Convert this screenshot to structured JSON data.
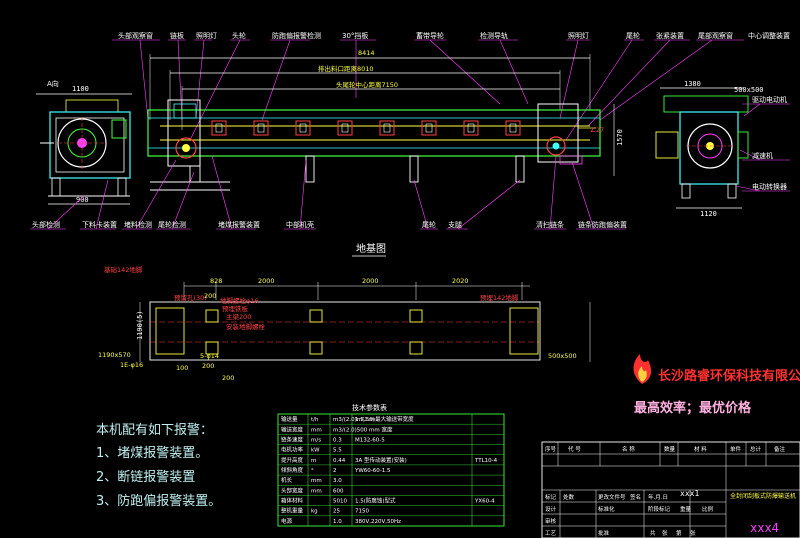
{
  "colors": {
    "background": "#000000",
    "structure": "#ffffff",
    "leaders": "#ff40ff",
    "frame": "#40ffff",
    "chain": "#ffff40",
    "conveyor_body": "#40ff40",
    "brand_red": "#ff3030",
    "slogan_pink": "#ffb0e0",
    "alarm_text": "#bfeff0",
    "table_green": "#40ff40"
  },
  "main_view": {
    "callouts_top": [
      "头部观察窗",
      "链板",
      "照明灯",
      "头轮",
      "防跑偏报警检测",
      "30°挡板",
      "蓄带导轮",
      "检测导轨",
      "照明灯",
      "尾轮",
      "张紧装置",
      "尾部观察窗",
      "中心调整装置"
    ],
    "callouts_bottom_left": [
      "头部检测",
      "下料卡装置",
      "堵料检测",
      "尾轮检测"
    ],
    "callouts_bottom_mid": [
      "堵煤报警装置",
      "中部机壳"
    ],
    "callouts_bottom_right": [
      "尾轮",
      "支腿",
      "清扫链条",
      "链条防跑偏装置"
    ],
    "dimensions": {
      "overall": "8414",
      "outlet_to_head": "排出料口距离8010",
      "center_distance": "头尾轮中心距离7150",
      "left_top": "1100",
      "left_bottom": "900",
      "right_top": "1380",
      "right_box": "500x500",
      "right_bottom": "1120",
      "height": "1570",
      "label_a": "A向"
    },
    "right_callouts": [
      "驱动电动机",
      "减速机",
      "电动转换器"
    ]
  },
  "foundation_plan": {
    "title": "地基图",
    "dims_top": [
      "828",
      "2000",
      "2000",
      "2020"
    ],
    "labels": [
      "基础142地脚",
      "预留孔(30)",
      "地脚螺栓φ16",
      "预埋铁板",
      "主梁200",
      "安装地脚螺栓",
      "200",
      "预埋142地脚",
      "200"
    ],
    "left_dims": [
      "1190(5)",
      "1190x570",
      "1E-φ16"
    ],
    "right_dims": [
      "500x500",
      "5-φ14",
      "100",
      "200"
    ]
  },
  "alarm_note": {
    "title": "本机配有如下报警：",
    "items": [
      "1、堵煤报警装置。",
      "2、断链报警装置",
      "3、防跑偏报警装置。"
    ]
  },
  "tech_table": {
    "title": "技术参数表",
    "rows": [
      [
        "输送量",
        "t/h",
        "m3/(2.0)m(1.0)最大输送带宽度",
        "1.5,3m"
      ],
      [
        "输送宽度",
        "mm",
        "m3/(2.0)500 mm 宽度"
      ],
      [
        "链条速度",
        "m/s",
        "0.3",
        "M132-60-5"
      ],
      [
        "电机功率",
        "kW",
        "5.5"
      ],
      [
        "提升高度",
        "m",
        "0.44",
        "3A 型传动装置(安装)",
        "TTL10-4"
      ],
      [
        "倾斜角度",
        "°",
        "2",
        "YW60-60-1.5"
      ],
      [
        "机长",
        "mm",
        "3.0"
      ],
      [
        "头部宽度",
        "mm",
        "600"
      ],
      [
        "箱体材料",
        "",
        "5010",
        "1.5(防腐蚀)型式",
        "YX60-4"
      ],
      [
        "整机重量",
        "kg",
        "25",
        "7150"
      ],
      [
        "电源",
        "",
        "1.0",
        "380V,220V,50Hz"
      ]
    ]
  },
  "brand": {
    "company": "长沙路睿环保科技有限公司",
    "slogan": "最高效率；最优价格"
  },
  "title_block": {
    "top_row": [
      "序号",
      "代 号",
      "名 称",
      "数量",
      "材 料",
      "单件",
      "总计",
      "备注"
    ],
    "row_labels": [
      "标记",
      "处数",
      "更改文件号",
      "签名",
      "年.月.日",
      "设计",
      "标准化",
      "审核",
      "工艺",
      "批准"
    ],
    "xxx1": "xxx1",
    "stage_labels": [
      "阶段标记",
      "重量",
      "比例"
    ],
    "name": "全封闭刮板式防爆输送机",
    "sheet": [
      "共",
      "张",
      "第",
      "张"
    ],
    "xxx4": "xxx4"
  }
}
